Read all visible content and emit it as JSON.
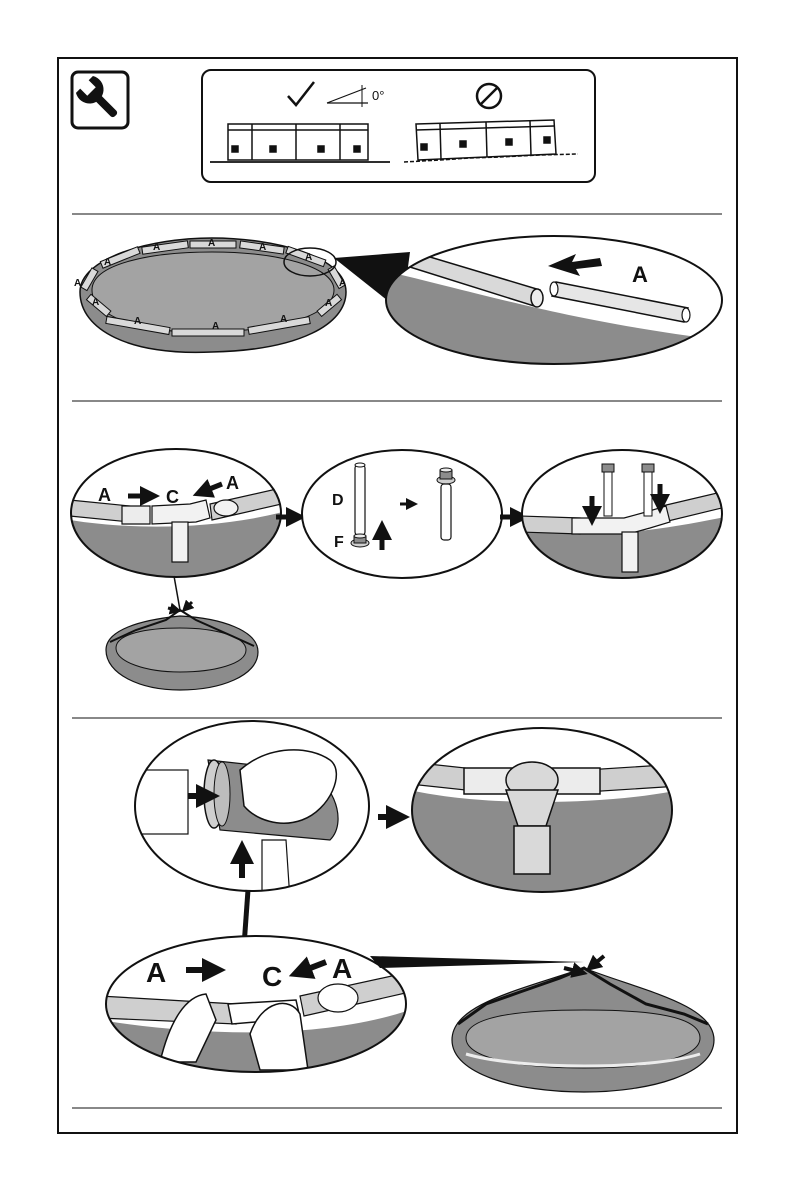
{
  "colors": {
    "ink": "#111111",
    "pool_fill": "#8c8c8c",
    "pool_dark": "#6e6e6e",
    "pipe_fill": "#d9d9d9",
    "panel_bg": "#ffffff"
  },
  "icons": {
    "tool": "wrench-icon",
    "ok": "checkmark-icon",
    "no": "prohibited-icon",
    "arrow": "arrow-icon"
  },
  "level_panel": {
    "angle_label": "0°"
  },
  "step1": {
    "rail_label": "A",
    "ring_labels": [
      "A",
      "A",
      "A",
      "A",
      "A",
      "A",
      "A",
      "A",
      "A",
      "A",
      "A",
      "A"
    ]
  },
  "step2": {
    "labels": {
      "rail_left": "A",
      "connector": "C",
      "rail_right": "A",
      "leg": "D",
      "cap": "F"
    }
  },
  "step3": {
    "labels": {
      "rail_left": "A",
      "connector": "C",
      "rail_right": "A"
    }
  }
}
